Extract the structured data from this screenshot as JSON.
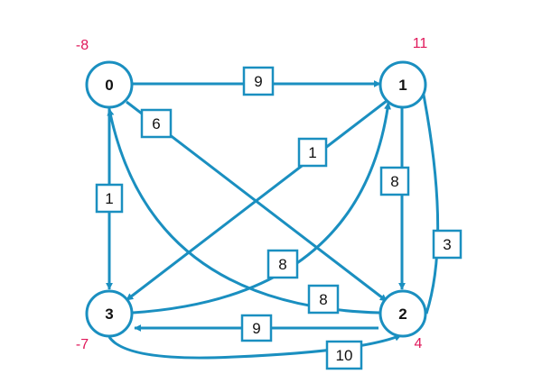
{
  "colors": {
    "edge": "#1a8fc0",
    "supply": "#e0185a",
    "text": "#111111"
  },
  "nodes": [
    {
      "id": "0",
      "label": "0",
      "supply": "-8"
    },
    {
      "id": "1",
      "label": "1",
      "supply": "11"
    },
    {
      "id": "2",
      "label": "2",
      "supply": "4"
    },
    {
      "id": "3",
      "label": "3",
      "supply": "-7"
    }
  ],
  "edges": [
    {
      "from": "0",
      "to": "1",
      "weight": "9"
    },
    {
      "from": "0",
      "to": "2",
      "weight": "6"
    },
    {
      "from": "0",
      "to": "3",
      "weight": "1"
    },
    {
      "from": "1",
      "to": "3",
      "weight": "1"
    },
    {
      "from": "1",
      "to": "2",
      "weight": "8"
    },
    {
      "from": "3",
      "to": "1",
      "weight": "8"
    },
    {
      "from": "2",
      "to": "0",
      "weight": "8"
    },
    {
      "from": "2",
      "to": "1",
      "weight": "3"
    },
    {
      "from": "2",
      "to": "3",
      "weight": "9"
    },
    {
      "from": "3",
      "to": "2",
      "weight": "10"
    }
  ]
}
